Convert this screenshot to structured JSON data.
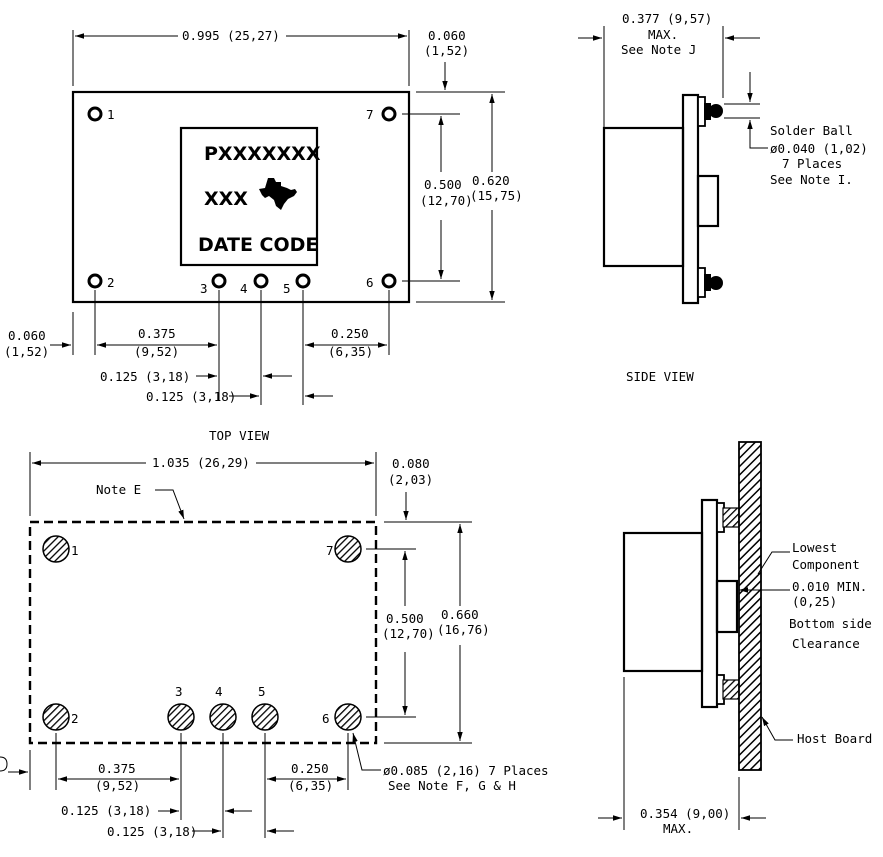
{
  "top_view": {
    "caption": "TOP VIEW",
    "width_dim": "0.995 (25,27)",
    "edge_in": "0.060",
    "edge_mm": "(1,52)",
    "pin_span_in": "0.500",
    "pin_span_mm": "(12,70)",
    "height_in": "0.620",
    "height_mm": "(15,75)",
    "left_edge_in": "0.060",
    "left_edge_mm": "(1,52)",
    "pin_offset_in": "0.375",
    "pin_offset_mm": "(9,52)",
    "right_offset_in": "0.250",
    "right_offset_mm": "(6,35)",
    "pitch_a": "0.125 (3,18)",
    "pitch_b": "0.125 (3,18)",
    "pins": [
      "1",
      "2",
      "3",
      "4",
      "5",
      "6",
      "7"
    ],
    "label_part": "PXXXXXXX",
    "label_rev": "XXX",
    "label_date": "DATE CODE"
  },
  "side_view": {
    "caption": "SIDE VIEW",
    "max_in": "0.377 (9,57)",
    "max_word": "MAX.",
    "note": "See Note J",
    "solder_line1": "Solder Ball",
    "solder_line2": "ø0.040 (1,02)",
    "solder_line3": "7 Places",
    "solder_line4": "See Note I."
  },
  "pad_view": {
    "width_dim": "1.035 (26,29)",
    "note": "Note E",
    "edge_in": "0.080",
    "edge_mm": "(2,03)",
    "pin_span_in": "0.500",
    "pin_span_mm": "(12,70)",
    "height_in": "0.660",
    "height_mm": "(16,76)",
    "pin_offset_in": "0.375",
    "pin_offset_mm": "(9,52)",
    "right_offset_in": "0.250",
    "right_offset_mm": "(6,35)",
    "pitch_a": "0.125 (3,18)",
    "pitch_b": "0.125 (3,18)",
    "pad_line1": "ø0.085 (2,16) 7 Places",
    "pad_line2": "See Note F, G & H",
    "pins": [
      "1",
      "2",
      "3",
      "4",
      "5",
      "6",
      "7"
    ]
  },
  "mount_view": {
    "c1": "Lowest",
    "c2": "Component",
    "c3": "0.010 MIN.",
    "c4": "(0,25)",
    "c5": "Bottom side",
    "c6": "Clearance",
    "host": "Host Board",
    "max_in": "0.354 (9,00)",
    "max_word": "MAX."
  }
}
